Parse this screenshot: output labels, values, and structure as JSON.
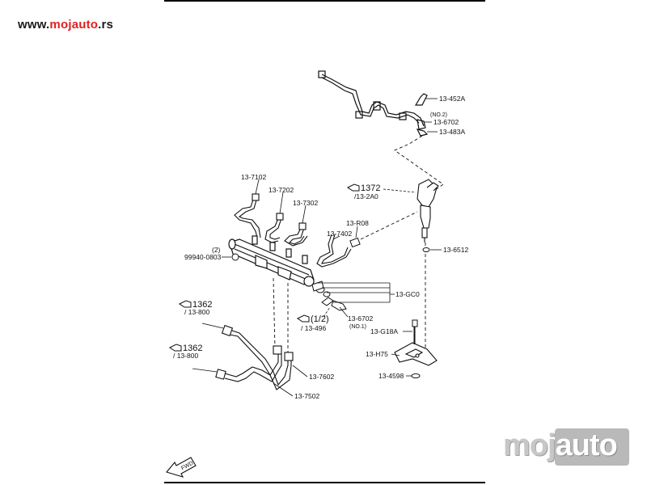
{
  "site": {
    "part1": "www.",
    "part2": "mojauto",
    "part3": ".rs"
  },
  "watermark": {
    "left": "moj",
    "right": "auto"
  },
  "fwd_label": "FWD",
  "labels": {
    "p13_452A": "13-452A",
    "no2": "(NO.2)",
    "p13_6702_top": "13-6702",
    "p13_483A": "13-483A",
    "ref_1372": "1372",
    "ref_13_2A0": "/13-2A0",
    "p13_7102": "13-7102",
    "p13_7202": "13-7202",
    "p13_7302": "13-7302",
    "p13_R08": "13-R08",
    "p13_7402": "13-7402",
    "p13_6512": "13-6512",
    "qty_2": "(2)",
    "p99940_0803": "99940-0803",
    "p13_GC0": "13-GC0",
    "ref_1_2": "(1/2)",
    "ref_13_496": "/ 13-496",
    "p13_6702_bot": "13-6702",
    "no1": "(NO.1)",
    "p13_G18A": "13-G18A",
    "p13_H75": "13-H75",
    "p13_4598": "13-4598",
    "ref_1362_a": "1362",
    "ref_13_800_a": "/ 13-800",
    "ref_1362_b": "1362",
    "ref_13_800_b": "/ 13-800",
    "p13_7602": "13-7602",
    "p13_7502": "13-7502"
  },
  "colors": {
    "line": "#111111",
    "accent": "#e02020",
    "frame": "#000000"
  }
}
